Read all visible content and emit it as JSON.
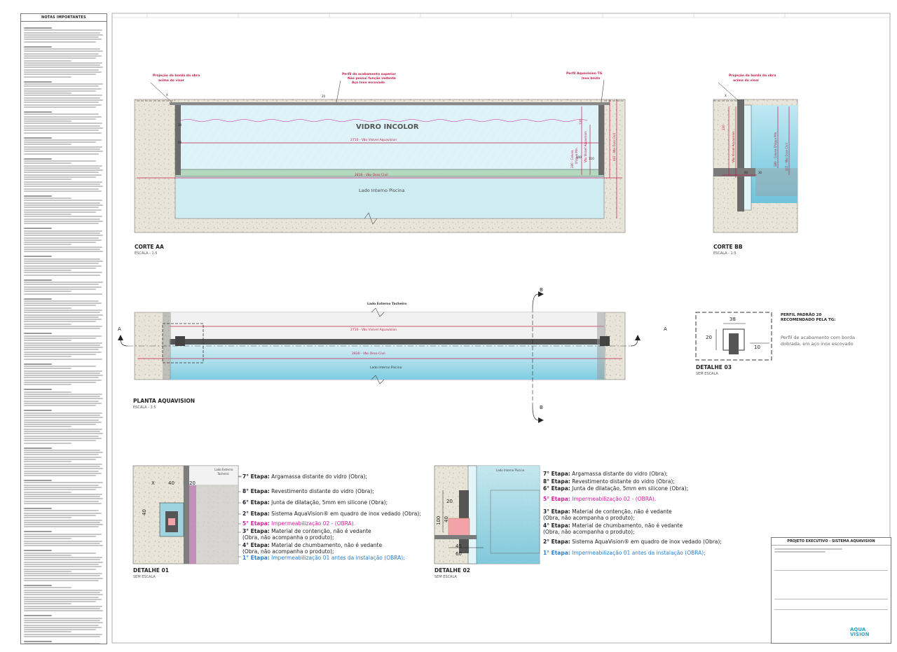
{
  "notes": {
    "title": "NOTAS IMPORTANTES"
  },
  "corte_aa": {
    "title": "CORTE AA",
    "scale": "ESCALA - 1:5",
    "glass_label": "VIDRO INCOLOR",
    "inner_label": "Lado Interno Piscina",
    "dim_visible": "2710 - Vão Visível Aquavision",
    "dim_civil": "2830 - Vão Osso Civil",
    "callout_left": [
      "Projeção da borda da obra",
      "acima do visor"
    ],
    "callout_mid": [
      "Perfil de acabamento superior",
      "Não possui função vedante",
      "Aço Inox escovado"
    ],
    "callout_right": [
      "Perfil Aquavision TG",
      "Inox bruto"
    ],
    "dim_330": "330",
    "dim_330_label": "Vão Visível Aquavision",
    "dim_280": "280 - Coluna",
    "dim_280_b": "D'água Mín.",
    "dim_441": "441 - Vão Osso Civil",
    "dim_50": "50",
    "dim_60": "60",
    "dim_100": "100",
    "dim_110": "110",
    "dim_20": "20",
    "dim_x": "X"
  },
  "corte_bb": {
    "title": "CORTE BB",
    "scale": "ESCALA - 1:5",
    "callout": [
      "Projeção da borda da obra",
      "acima do visor"
    ],
    "dim_330": "330",
    "dim_330_label": "Vão Visível Aquavision",
    "dim_280": "280 - Coluna D'água Mín.",
    "dim_441": "441 - Vão Osso Civil",
    "dim_30": "30",
    "dim_60": "60",
    "dim_x": "X"
  },
  "planta": {
    "title": "PLANTA AQUAVISION",
    "scale": "ESCALA - 1:5",
    "outer_label": "Lado Externo Tacheiro",
    "inner_label": "Lado Interno Piscina",
    "dim_visible": "2710 - Vão Visível Aquavision",
    "dim_civil": "2830 - Vão Osso Civil",
    "section_a": "A",
    "section_b": "B"
  },
  "detalhe03": {
    "title": "DETALHE 03",
    "scale": "SEM ESCALA",
    "profile_title": [
      "PERFIL PADRÃO 20",
      "RECOMENDADO PELA TG:"
    ],
    "profile_desc": [
      "Perfil de acabamento com borda",
      "dobrada, em aço inox escovado"
    ],
    "dim_38": "38",
    "dim_20": "20",
    "dim_10": "10"
  },
  "detalhe01": {
    "title": "DETALHE 01",
    "scale": "SEM ESCALA",
    "corner_label": [
      "Lado Externo",
      "Tacheiro"
    ],
    "dim_40": "40",
    "dim_20": "20",
    "dim_x": "X",
    "steps": [
      {
        "num": "7° Etapa:",
        "text": "Argamassa distante do vidro (Obra);",
        "style": "normal"
      },
      {
        "num": "8° Etapa:",
        "text": "Revestimento distante do vidro (Obra);",
        "style": "normal"
      },
      {
        "num": "6° Etapa:",
        "text": "Junta de dilatação, 5mm em silicone (Obra);",
        "style": "normal"
      },
      {
        "num": "2° Etapa:",
        "text": "Sistema AquaVision® em quadro de inox vedado (Obra);",
        "style": "normal"
      },
      {
        "num": "5° Etapa:",
        "text": "Impermeabilização 02 - (OBRA).",
        "style": "pink"
      },
      {
        "num": "3° Etapa:",
        "text": "Material de contenção, não é vedante",
        "text2": "(Obra, não acompanha o produto);",
        "style": "normal"
      },
      {
        "num": "4° Etapa:",
        "text": "Material de chumbamento, não é vedante",
        "text2": "(Obra, não acompanha o produto);",
        "style": "normal"
      },
      {
        "num": "1° Etapa:",
        "text": "Impermeabilização 01 antes da instalação (OBRA);",
        "style": "blue"
      }
    ]
  },
  "detalhe02": {
    "title": "DETALHE 02",
    "scale": "SEM ESCALA",
    "corner_label": "Lado Interno Piscina",
    "dim_20": "20",
    "dim_40": "40",
    "dim_45": "45",
    "dim_60": "60",
    "dim_100": "100",
    "steps": [
      {
        "num": "7° Etapa:",
        "text": "Argamassa distante do vidro (Obra);",
        "style": "normal"
      },
      {
        "num": "8° Etapa:",
        "text": "Revestimento distante do vidro (Obra);",
        "style": "normal"
      },
      {
        "num": "6° Etapa:",
        "text": "Junta de dilatação, 5mm em silicone (Obra);",
        "style": "normal"
      },
      {
        "num": "5° Etapa:",
        "text": "Impermeabilização 02 - (OBRA).",
        "style": "pink"
      },
      {
        "num": "3° Etapa:",
        "text": "Material de contenção, não é vedante",
        "text2": "(Obra, não acompanha o produto);",
        "style": "normal"
      },
      {
        "num": "4° Etapa:",
        "text": "Material de chumbamento, não é vedante",
        "text2": "(Obra, não acompanha o produto);",
        "style": "normal"
      },
      {
        "num": "2° Etapa:",
        "text": "Sistema AquaVision® em quadro de inox vedado (Obra);",
        "style": "normal"
      },
      {
        "num": "1° Etapa:",
        "text": "Impermeabilização 01 antes da instalação (OBRA);",
        "style": "blue"
      }
    ]
  },
  "title_block": {
    "title": "PROJETO EXECUTIVO - SISTEMA AQUAVISION",
    "logo": [
      "AQUA",
      "VISION"
    ]
  },
  "colors": {
    "glass": "#d6f0f6",
    "water": "#8fd6e6",
    "concrete": "#e7e2d6",
    "steel": "#555555",
    "red_dim": "#c0204a",
    "pink": "#d4209c",
    "blue": "#2a80d0"
  }
}
